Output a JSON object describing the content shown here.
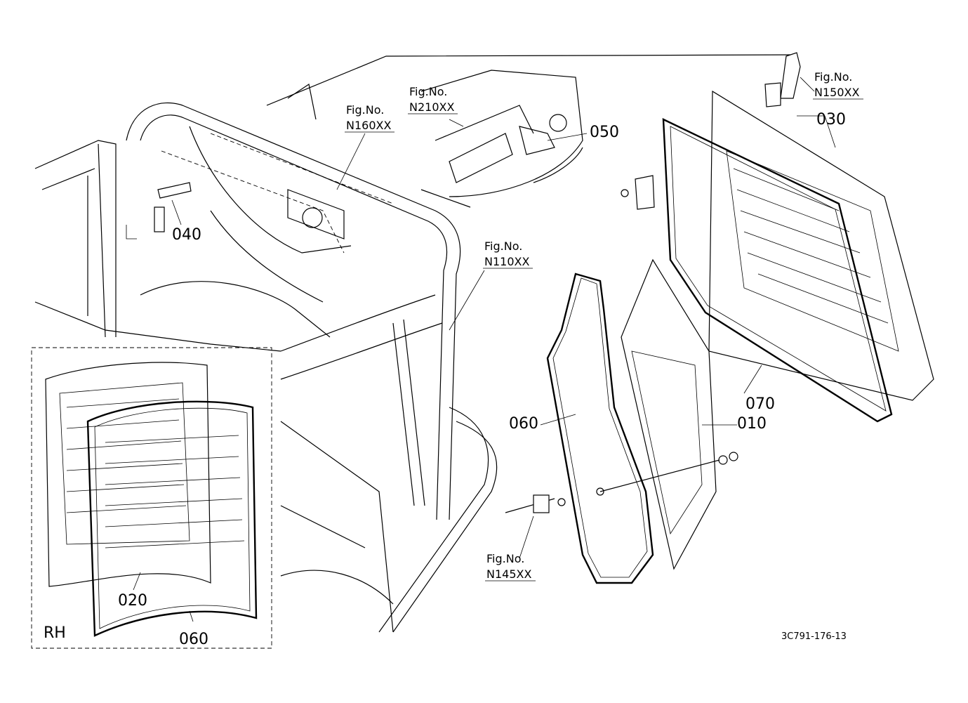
{
  "parts": [
    {
      "id": "p030",
      "text": "030"
    },
    {
      "id": "p050",
      "text": "050"
    },
    {
      "id": "p040",
      "text": "040"
    },
    {
      "id": "p070",
      "text": "070"
    },
    {
      "id": "p060a",
      "text": "060"
    },
    {
      "id": "p010",
      "text": "010"
    },
    {
      "id": "p020",
      "text": "020"
    },
    {
      "id": "p060b",
      "text": "060"
    }
  ],
  "figure_refs": [
    {
      "id": "n150",
      "label": "Fig.No.",
      "code": "N150XX"
    },
    {
      "id": "n210",
      "label": "Fig.No.",
      "code": "N210XX"
    },
    {
      "id": "n160",
      "label": "Fig.No.",
      "code": "N160XX"
    },
    {
      "id": "n110",
      "label": "Fig.No.",
      "code": "N110XX"
    },
    {
      "id": "n145",
      "label": "Fig.No.",
      "code": "N145XX"
    }
  ],
  "inset_label": "RH",
  "drawing_code": "3C791-176-13"
}
